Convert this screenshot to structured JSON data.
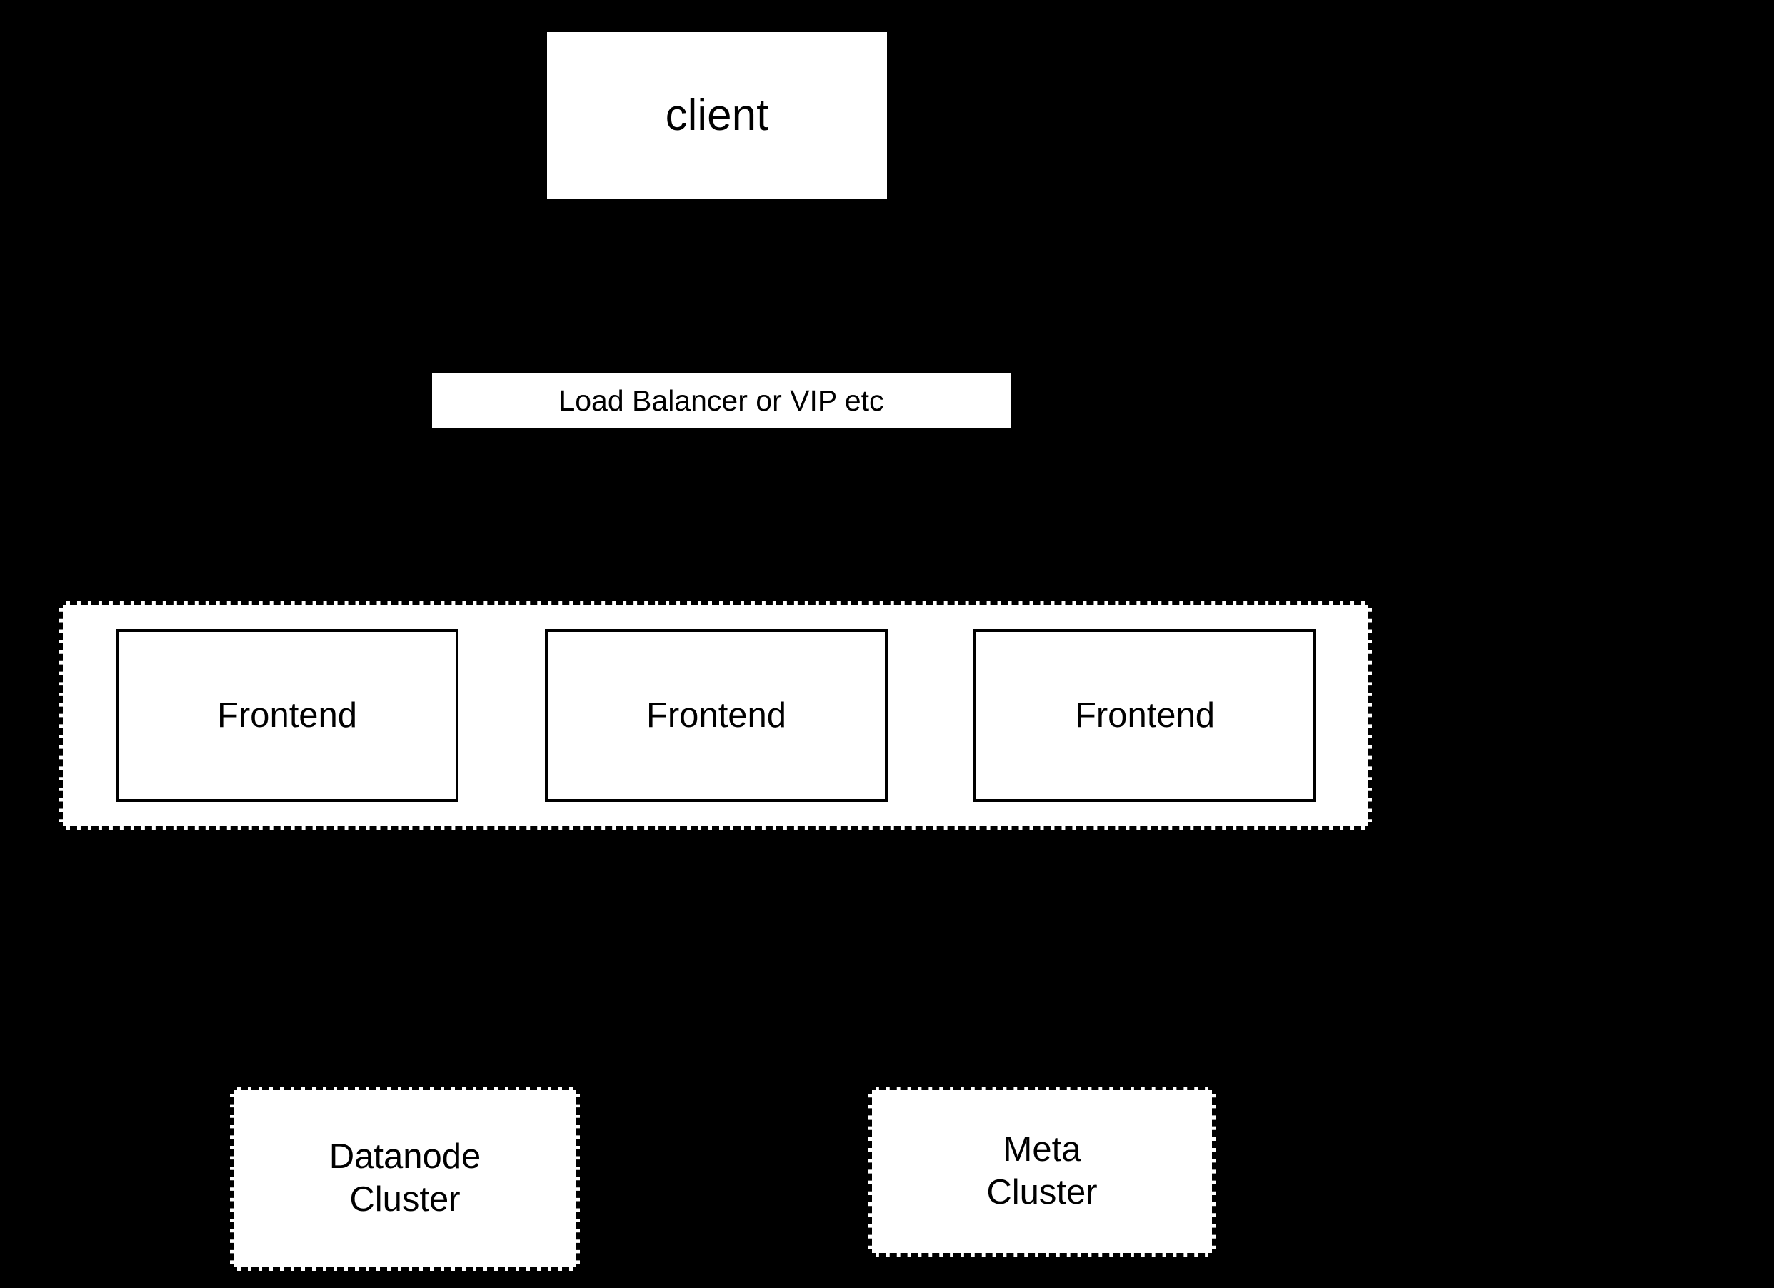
{
  "diagram": {
    "background_color": "#000000",
    "node_fill_color": "#ffffff",
    "node_text_color": "#000000",
    "border_color": "#000000",
    "nodes": {
      "client": {
        "label": "client",
        "style": "solid-fill"
      },
      "load_balancer": {
        "label": "Load Balancer or VIP etc",
        "style": "solid-fill"
      },
      "frontend_cluster": {
        "label": "",
        "style": "dashed",
        "members": [
          {
            "label": "Frontend"
          },
          {
            "label": "Frontend"
          },
          {
            "label": "Frontend"
          }
        ]
      },
      "datanode_cluster": {
        "label": "Datanode\nCluster",
        "style": "dashed"
      },
      "meta_cluster": {
        "label": "Meta\nCluster",
        "style": "dashed"
      }
    }
  }
}
